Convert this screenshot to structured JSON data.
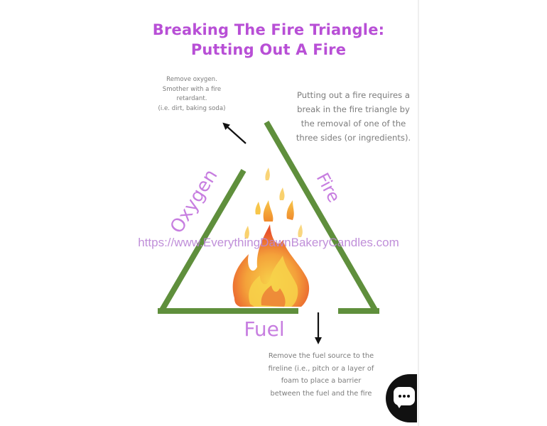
{
  "title": {
    "line1": "Breaking The Fire Triangle:",
    "line2": "Putting Out A Fire"
  },
  "sides": {
    "oxygen": "Oxygen",
    "fire": "Fire",
    "fuel": "Fuel"
  },
  "notes": {
    "oxygen": "Remove oxygen.\nSmother with a fire\nretardant.\n(i.e. dirt, baking soda)",
    "triangle": "Putting out a fire requires a\nbreak in the fire triangle by\nthe removal of one of the\nthree sides (or ingredients).",
    "fuel": "Remove the fuel source to the\nfireline (i.e., pitch or a layer of\nfoam to place a barrier\nbetween the fuel and the fire"
  },
  "watermark": "https://www.EverythingDawnBakeryCandles.com",
  "colors": {
    "triangle": "#5f8f3c",
    "title": "#b84fd6",
    "side_label": "#c77ee0",
    "note_text": "#7c7c7c",
    "arrow": "#111111",
    "flame_outer": "#f4a23a",
    "flame_inner": "#f7d24a",
    "flame_core": "#e8552c"
  },
  "icons": {
    "chat": "chat-bubble-icon",
    "flame": "flame-icon",
    "arrow_oxygen": "arrow-up-left-icon",
    "arrow_fuel": "arrow-down-icon"
  }
}
